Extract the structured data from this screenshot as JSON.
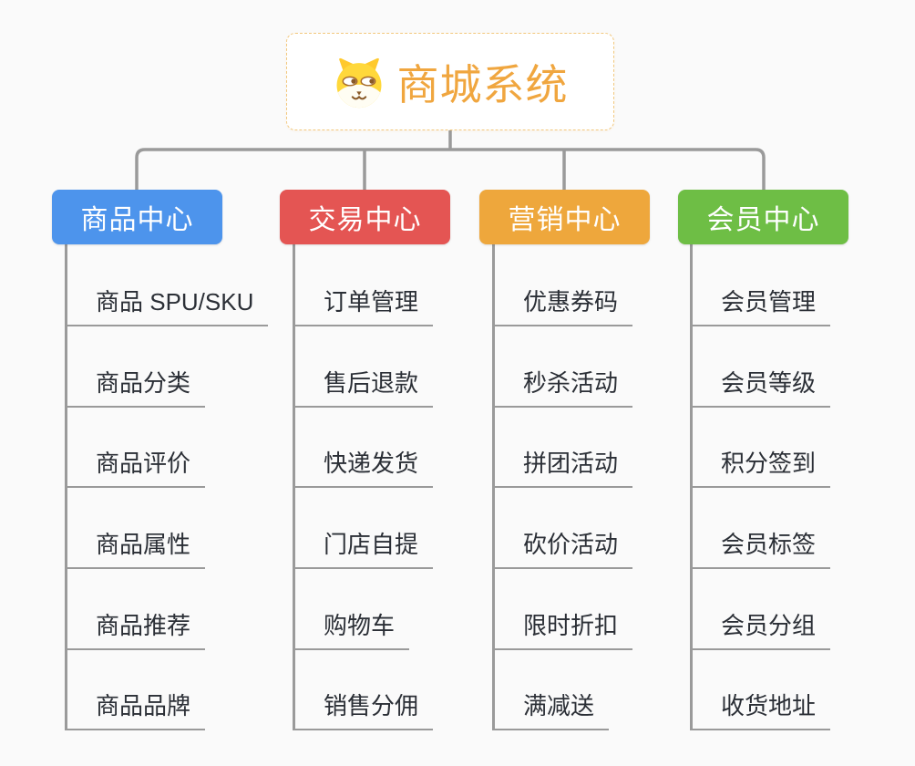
{
  "title": {
    "text": "商城系统",
    "icon": "dog-face-icon"
  },
  "colors": {
    "accent_orange": "#F0A63F",
    "root_border": "#F2C87E",
    "connector_gray": "#9A9A9A",
    "leaf_text": "#2B2F36",
    "background": "#FAFAFA"
  },
  "branches": [
    {
      "label": "商品中心",
      "color": "#4D94EC",
      "children": [
        "商品 SPU/SKU",
        "商品分类",
        "商品评价",
        "商品属性",
        "商品推荐",
        "商品品牌"
      ]
    },
    {
      "label": "交易中心",
      "color": "#E45553",
      "children": [
        "订单管理",
        "售后退款",
        "快递发货",
        "门店自提",
        "购物车",
        "销售分佣"
      ]
    },
    {
      "label": "营销中心",
      "color": "#EEA73C",
      "children": [
        "优惠券码",
        "秒杀活动",
        "拼团活动",
        "砍价活动",
        "限时折扣",
        "满减送"
      ]
    },
    {
      "label": "会员中心",
      "color": "#6EBE45",
      "children": [
        "会员管理",
        "会员等级",
        "积分签到",
        "会员标签",
        "会员分组",
        "收货地址"
      ]
    }
  ]
}
